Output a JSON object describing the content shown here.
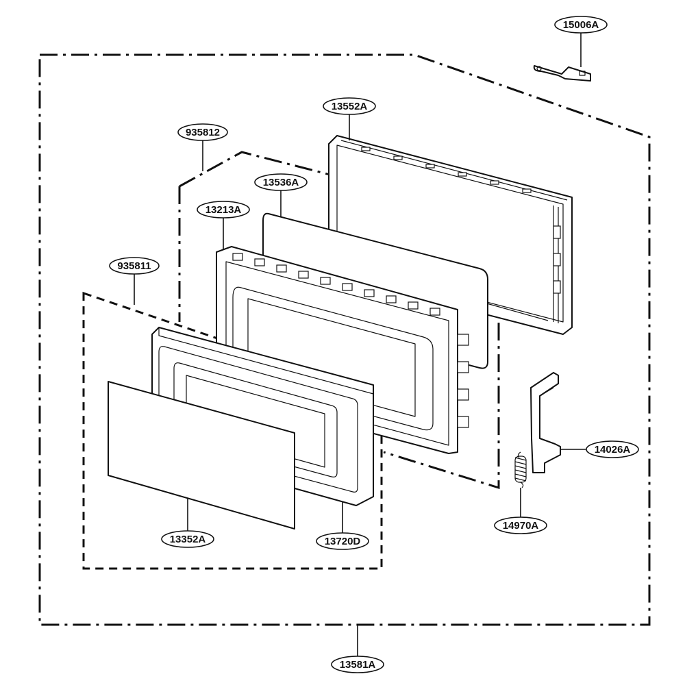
{
  "callouts": {
    "c15006A": "15006A",
    "c13552A": "13552A",
    "c935812": "935812",
    "c13536A": "13536A",
    "c13213A": "13213A",
    "c935811": "935811",
    "c14026A": "14026A",
    "c14970A": "14970A",
    "c13352A": "13352A",
    "c13720D": "13720D",
    "c13581A": "13581A"
  }
}
